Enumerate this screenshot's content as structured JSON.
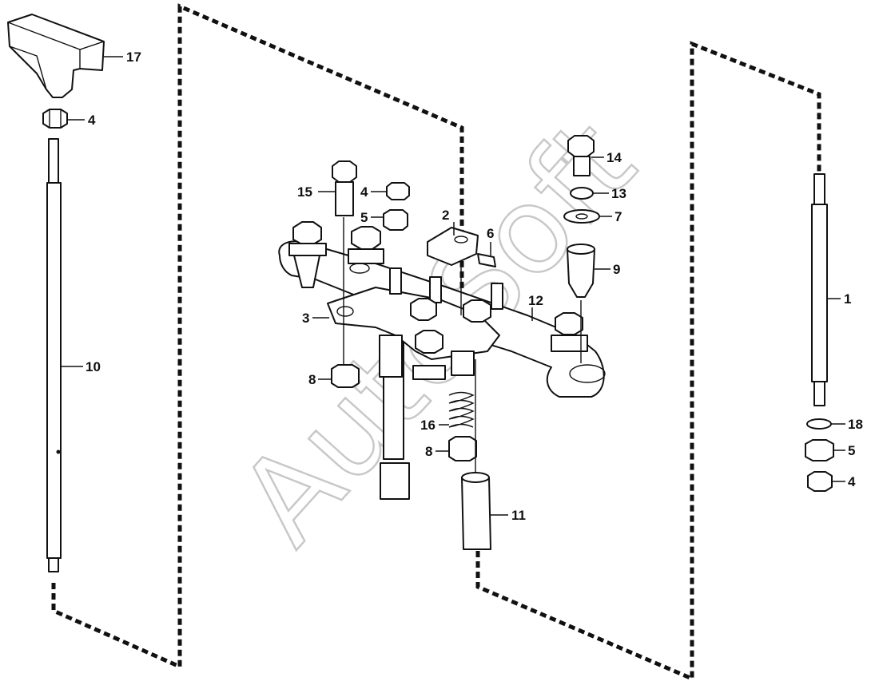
{
  "watermark": "AutoSoft",
  "callouts": {
    "c17": "17",
    "c4a": "4",
    "c10": "10",
    "c15": "15",
    "c4b": "4",
    "c5a": "5",
    "c2": "2",
    "c6": "6",
    "c3": "3",
    "c8a": "8",
    "c16": "16",
    "c8b": "8",
    "c11": "11",
    "c12": "12",
    "c14": "14",
    "c13": "13",
    "c7": "7",
    "c9": "9",
    "c1": "1",
    "c18": "18",
    "c5b": "5",
    "c4c": "4"
  }
}
